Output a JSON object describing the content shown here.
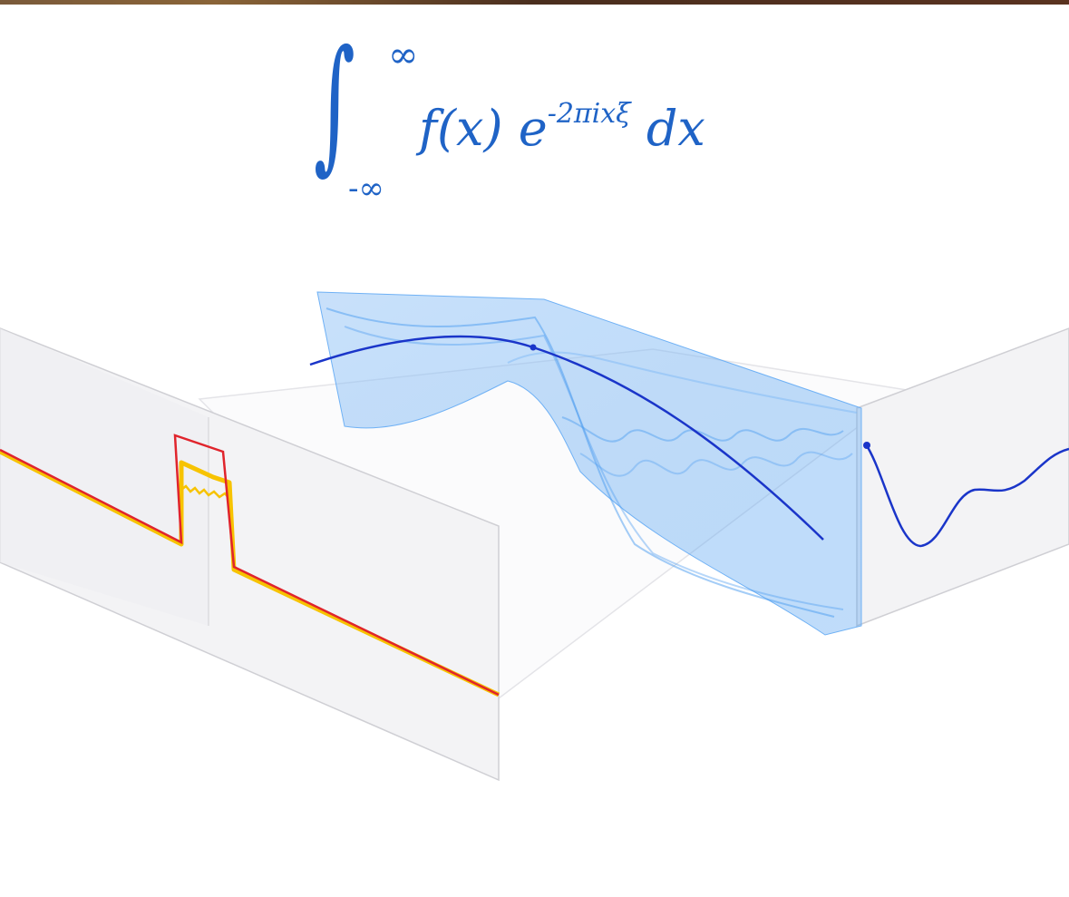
{
  "formula": {
    "integral_symbol": "∫",
    "upper_limit": "∞",
    "lower_limit": "-∞",
    "function": "f(x) e",
    "exponent": "-2πixξ",
    "differential": " dx"
  },
  "colors": {
    "formula": "#1f63c6",
    "signal_red": "#e0242c",
    "signal_yellow": "#f7c300",
    "wave_blue": "#1a35c9",
    "ribbon_blue": "#4a9cf0",
    "panel_fill": "#f3f3f5",
    "panel_edge": "#c9c9cd"
  }
}
